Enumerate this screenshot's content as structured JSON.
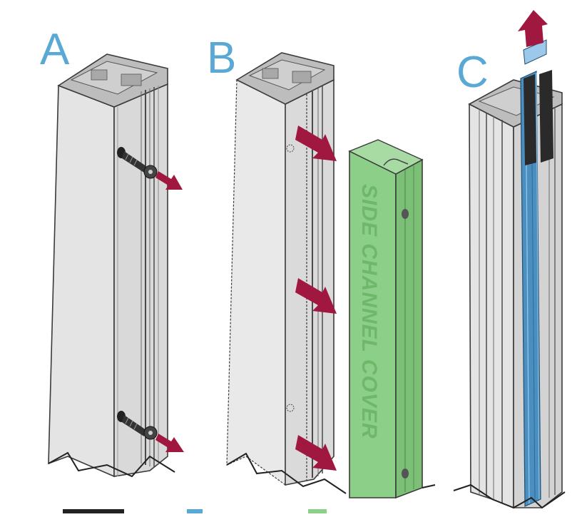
{
  "steps": [
    {
      "letter": "A"
    },
    {
      "letter": "B",
      "cover_label": "SIDE CHANNEL COVER"
    },
    {
      "letter": "C"
    }
  ],
  "colors": {
    "step_letter": "#5aa8d4",
    "arrow": "#a0173f",
    "cover_fill": "#8ccf88",
    "cover_text": "#6fb86b",
    "post_face": "#e7e7e7",
    "post_side": "#d3d3d3",
    "post_outline": "#3a3a3a",
    "glass_blue": "#4a8fc0",
    "gasket_black": "#2a2a2a"
  },
  "icons": [
    "screw-icon",
    "arrow-right-icon",
    "arrow-up-icon",
    "snap-button-icon"
  ]
}
